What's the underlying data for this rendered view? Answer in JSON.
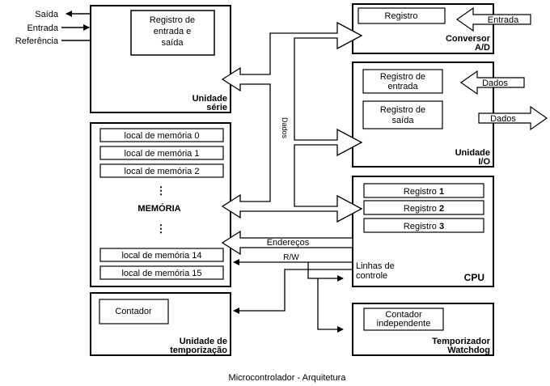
{
  "serial_unit": {
    "register_lines": [
      "Registro de",
      "entrada e",
      "saída"
    ],
    "title_lines": [
      "Unidade",
      "série"
    ],
    "signals": [
      "Saída",
      "Entrada",
      "Referência"
    ]
  },
  "memory": {
    "locations_top": [
      "local de memória 0",
      "local de memória 1",
      "local de memória 2"
    ],
    "locations_bottom": [
      "local de memória 14",
      "local de memória 15"
    ],
    "title": "MEMÓRIA",
    "ellipsis_top": "⋮",
    "ellipsis_bottom": "⋮"
  },
  "ad_converter": {
    "register": "Registro",
    "title_lines": [
      "Conversor",
      "A/D"
    ],
    "input_label": "Entrada"
  },
  "io_unit": {
    "input_register_lines": [
      "Registro de",
      "entrada"
    ],
    "output_register_lines": [
      "Registro de",
      "saída"
    ],
    "title_lines": [
      "Unidade",
      "I/O"
    ],
    "data_in_label": "Dados",
    "data_out_label": "Dados"
  },
  "cpu": {
    "registers": [
      {
        "name": "Registro",
        "num": "1"
      },
      {
        "name": "Registro",
        "num": "2"
      },
      {
        "name": "Registro",
        "num": "3"
      }
    ],
    "title": "CPU",
    "control_lines": [
      "Linhas de",
      "controle"
    ]
  },
  "timing_unit": {
    "counter": "Contador",
    "title_lines": [
      "Unidade de",
      "temporização"
    ]
  },
  "watchdog": {
    "counter_lines": [
      "Contador",
      "independente"
    ],
    "title_lines": [
      "Temporizador",
      "Watchdog"
    ]
  },
  "buses": {
    "data": "Dados",
    "address": "Endereços",
    "rw": "R/W"
  },
  "caption": "Microcontrolador - Arquitetura"
}
